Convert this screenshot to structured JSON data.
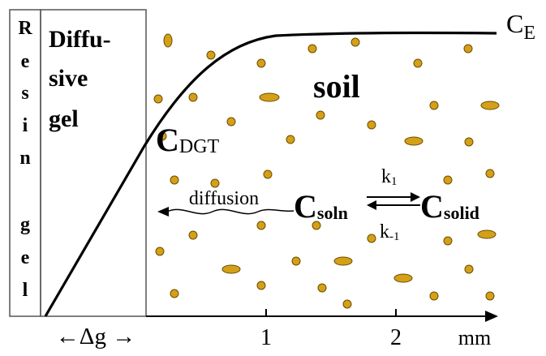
{
  "resin_gel_letters": [
    "R",
    "e",
    "s",
    "i",
    "n",
    "g",
    "e",
    "l"
  ],
  "diffusive_gel_lines": [
    "Diffu-",
    "sive",
    "gel"
  ],
  "soil_label": "soil",
  "curve_end_label": {
    "main": "C",
    "sub": "E"
  },
  "interface_label": {
    "main": "C",
    "sub": "DGT"
  },
  "diffusion_label": "diffusion",
  "solution_label": {
    "main": "C",
    "sub": "soln"
  },
  "solid_label": {
    "main": "C",
    "sub": "solid"
  },
  "forward_rate": {
    "main": "k",
    "sub": "1"
  },
  "reverse_rate": {
    "main": "k",
    "sub": "-1"
  },
  "thickness_label": "←Δg →",
  "x_ticks": [
    "1",
    "2"
  ],
  "x_unit": "mm",
  "colors": {
    "particle_fill": "#D4A017",
    "particle_stroke": "#6b4c00",
    "line": "#000000"
  }
}
